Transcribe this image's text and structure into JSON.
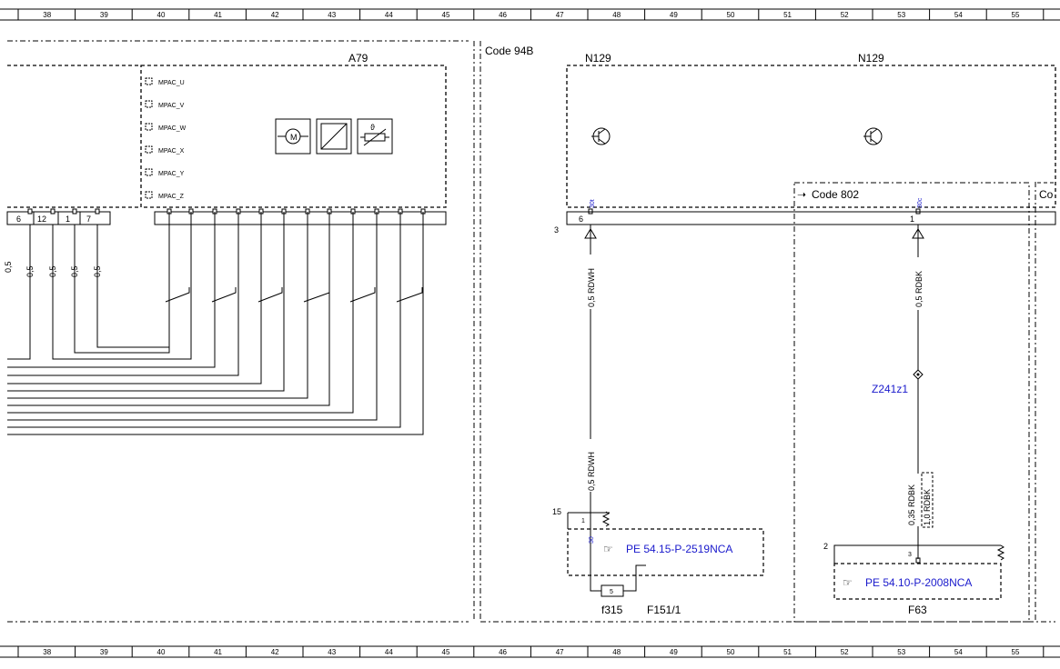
{
  "ruler": {
    "columns": [
      "38",
      "39",
      "40",
      "41",
      "42",
      "43",
      "44",
      "45",
      "46",
      "47",
      "48",
      "49",
      "50",
      "51",
      "52",
      "53",
      "54",
      "55"
    ]
  },
  "codes": {
    "code_94b": "Code 94B",
    "code_802": "Code 802",
    "code_cut": "Co"
  },
  "components": {
    "a79": {
      "label": "A79",
      "pins": [
        "MPAC_U",
        "MPAC_V",
        "MPAC_W",
        "MPAC_X",
        "MPAC_Y",
        "MPAC_Z"
      ],
      "connector_pins": [
        "6",
        "12",
        "1",
        "7"
      ]
    },
    "n129_left": {
      "label": "N129",
      "pin_tag": "30t",
      "pin": "6",
      "ref": "3"
    },
    "n129_right": {
      "label": "N129",
      "pin_tag": "30c",
      "pin": "1"
    },
    "f151": {
      "label": "F151/1",
      "fuse_label": "f315",
      "fuse_value": "5",
      "pin_tag": "30",
      "pin": "1",
      "ref": "15",
      "link": "PE 54.15-P-2519NCA"
    },
    "f63": {
      "label": "F63",
      "pin": "3",
      "ref": "2",
      "link": "PE 54.10-P-2008NCA"
    },
    "z241z1": {
      "label": "Z241z1"
    }
  },
  "wires": {
    "left_sizes": [
      "0,5",
      "0,5",
      "0,5",
      "0,5"
    ],
    "left_cut": "0,5",
    "rdwh_top": "0,5 RDWH",
    "rdwh_bottom": "0,5 RDWH",
    "rdbk_top": "0,5 RDBK",
    "rdbk_bottom_a": "0,35 RDBK",
    "rdbk_bottom_b": "1,0 RDBK"
  },
  "colors": {
    "link": "#1a1acc",
    "line": "#000000"
  }
}
